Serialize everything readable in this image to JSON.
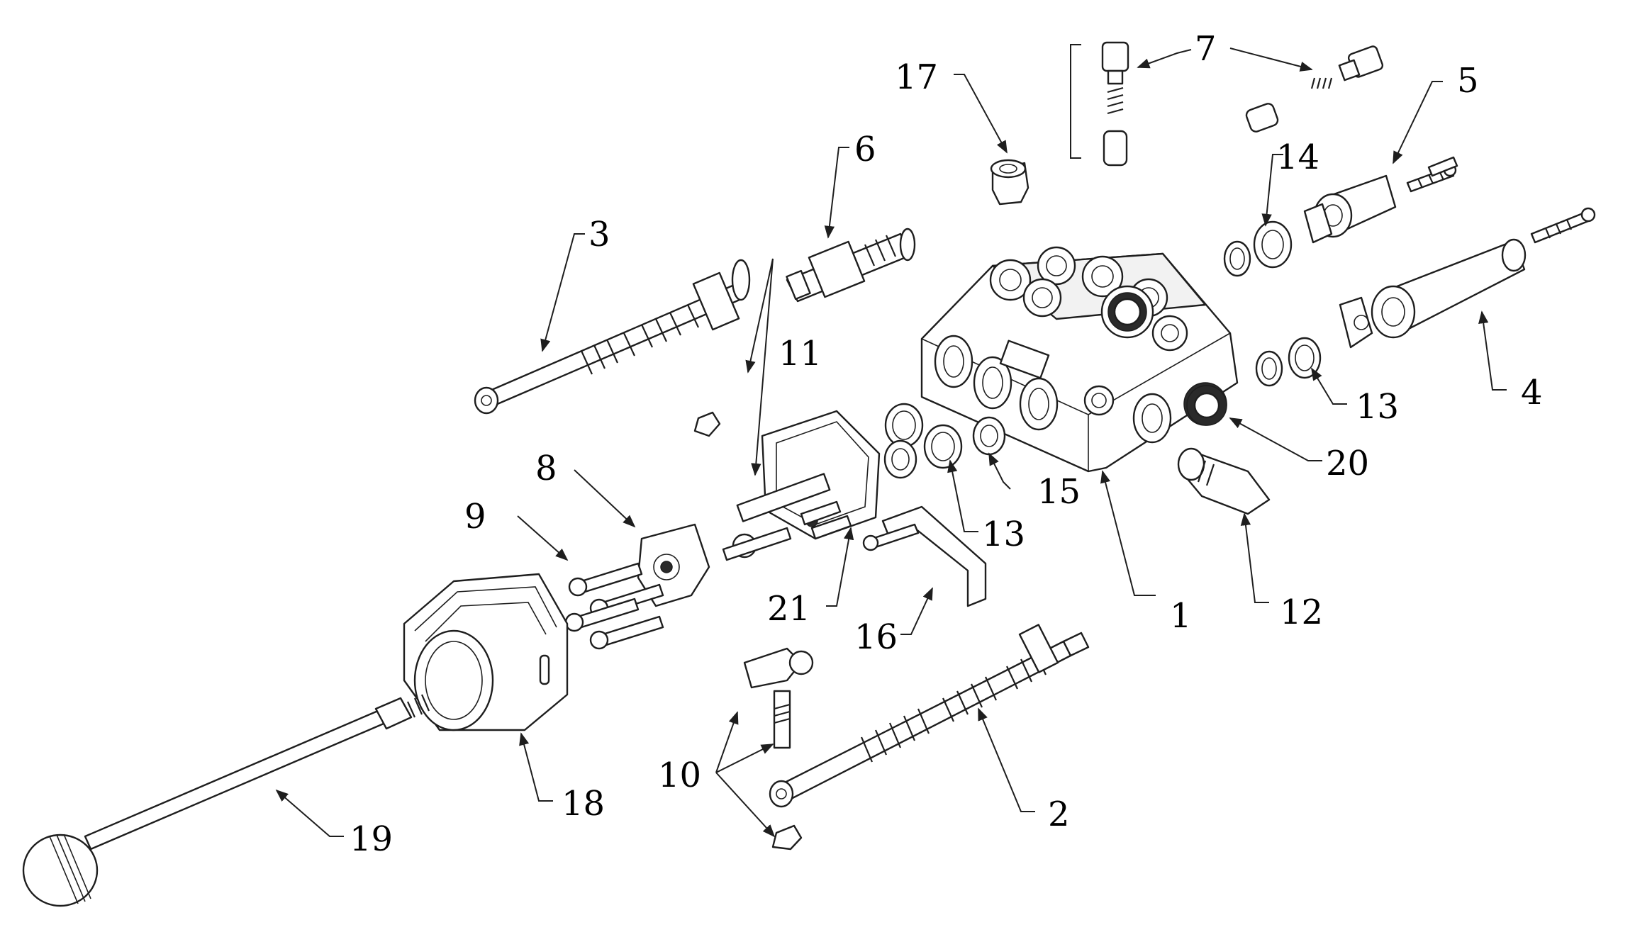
{
  "callouts": {
    "c1": "1",
    "c2": "2",
    "c3": "3",
    "c4": "4",
    "c5": "5",
    "c6": "6",
    "c7": "7",
    "c8": "8",
    "c9": "9",
    "c10": "10",
    "c11": "11",
    "c12": "12",
    "c13a": "13",
    "c13b": "13",
    "c14": "14",
    "c15": "15",
    "c16": "16",
    "c17": "17",
    "c18": "18",
    "c19": "19",
    "c20": "20",
    "c21": "21"
  },
  "colors": {
    "line": "#1e1e1e",
    "background": "#ffffff",
    "text": "#000000"
  }
}
